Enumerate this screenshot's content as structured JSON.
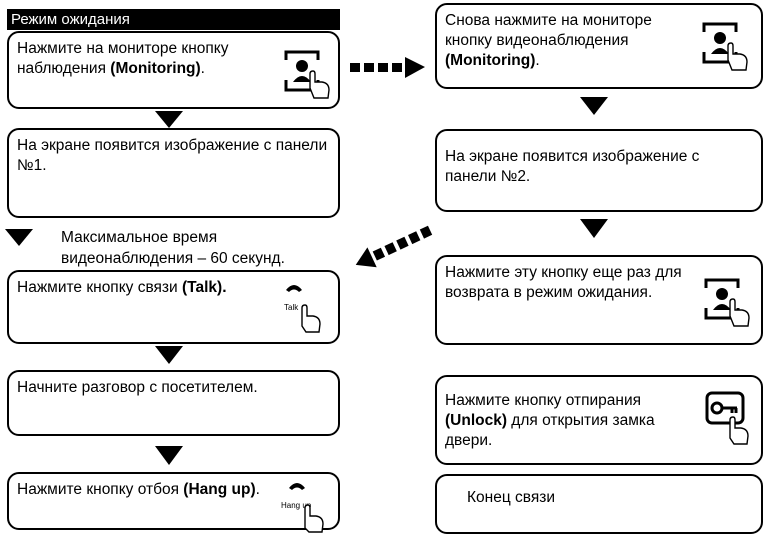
{
  "header": "Режим ожидания",
  "left": {
    "step1": {
      "text": "Нажмите на мониторе кнопку наблюдения ",
      "bold": "(Monitoring)",
      "tail": "."
    },
    "step2": {
      "text": "На экране появится изображение с панели №1."
    },
    "note": {
      "line1": "Максимальное время",
      "line2": "видеонаблюдения – 60 секунд."
    },
    "step3": {
      "text": "Нажмите кнопку связи ",
      "bold": "(Talk).",
      "icon_label": "Talk"
    },
    "step4": {
      "text": "Начните разговор с посетителем."
    },
    "step5": {
      "text": "Нажмите кнопку отбоя ",
      "bold": "(Hang up)",
      "tail": ".",
      "icon_label": "Hang up"
    }
  },
  "right": {
    "step1": {
      "text": "Снова нажмите на мониторе кнопку видеонаблюдения ",
      "bold": "(Monitoring)",
      "tail": "."
    },
    "step2": {
      "text": "На экране появится изображение с панели №2."
    },
    "step3": {
      "text": "Нажмите эту кнопку еще раз для возврата в режим ожидания."
    },
    "step4": {
      "text": "Нажмите кнопку отпирания ",
      "bold": "(Unlock)",
      "tail": " для открытия замка двери."
    },
    "step5": {
      "text": "Конец связи"
    }
  }
}
